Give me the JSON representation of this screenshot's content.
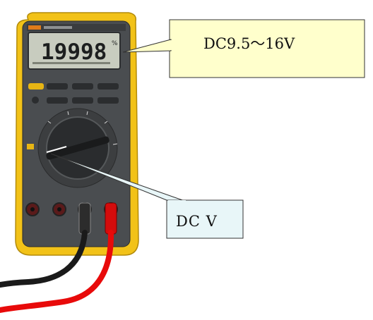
{
  "display": {
    "reading": "19998",
    "unit": "%"
  },
  "callouts": {
    "voltage_range": "DC9.5～16V",
    "mode": "DC V"
  },
  "colors": {
    "holster": "#f2c218",
    "body": "#4a4d50",
    "lcd": "#c8ccbf",
    "callout_voltage": "#ffffcc",
    "callout_mode": "#e8f6f8",
    "lead_black": "#1a1a1a",
    "lead_red": "#e80a0a"
  }
}
